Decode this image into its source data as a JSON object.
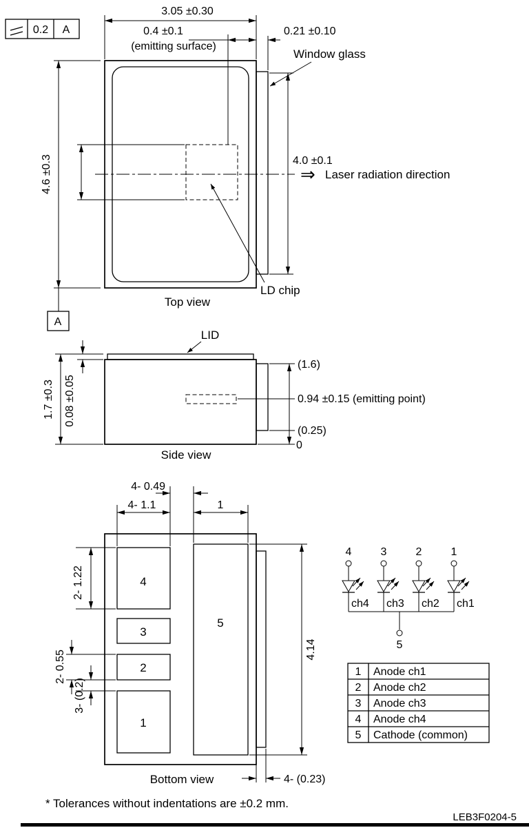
{
  "colors": {
    "ink": "#000000",
    "background": "#ffffff"
  },
  "feature_control_frame": {
    "symbol": "parallelism-icon",
    "tolerance": "0.2",
    "datum": "A"
  },
  "datum_label": "A",
  "top_view": {
    "caption": "Top view",
    "dims": {
      "width": "3.05 ±0.30",
      "emitting_offset": "0.4 ±0.1",
      "emitting_note": "(emitting surface)",
      "glass_thickness": "0.21 ±0.10",
      "height": "4.6 ±0.3",
      "glass_height": "4.0 ±0.1"
    },
    "labels": {
      "window_glass": "Window glass",
      "radiation_arrow": "⇒",
      "radiation": "Laser radiation direction",
      "ld_chip": "LD chip"
    }
  },
  "side_view": {
    "caption": "Side view",
    "labels": {
      "lid": "LID",
      "zero": "0"
    },
    "dims": {
      "total_height": "1.7 ±0.3",
      "lid_thickness": "0.08 ±0.05",
      "glass_top": "(1.6)",
      "emitting_point": "0.94 ±0.15 (emitting point)",
      "glass_bottom": "(0.25)"
    }
  },
  "bottom_view": {
    "caption": "Bottom view",
    "dims": {
      "pad_gap": "4- 0.49",
      "pad_width": "4- 1.1",
      "pad5_width": "1",
      "large_pad_height": "2- 1.22",
      "small_pad_height": "2- 0.55",
      "pad_spacing": "3- (0.2)",
      "pad5_height": "4.14",
      "edge_width": "4- (0.23)"
    },
    "pad_labels": {
      "p1": "1",
      "p2": "2",
      "p3": "3",
      "p4": "4",
      "p5": "5"
    }
  },
  "schematic": {
    "terminals": [
      "4",
      "3",
      "2",
      "1"
    ],
    "channels": [
      "ch4",
      "ch3",
      "ch2",
      "ch1"
    ],
    "common": "5"
  },
  "pin_table": {
    "rows": [
      {
        "pin": "1",
        "function": "Anode ch1"
      },
      {
        "pin": "2",
        "function": "Anode ch2"
      },
      {
        "pin": "3",
        "function": "Anode ch3"
      },
      {
        "pin": "4",
        "function": "Anode ch4"
      },
      {
        "pin": "5",
        "function": "Cathode (common)"
      }
    ]
  },
  "footer": {
    "note": "* Tolerances without indentations are ±0.2 mm.",
    "code": "LEB3F0204-5"
  }
}
